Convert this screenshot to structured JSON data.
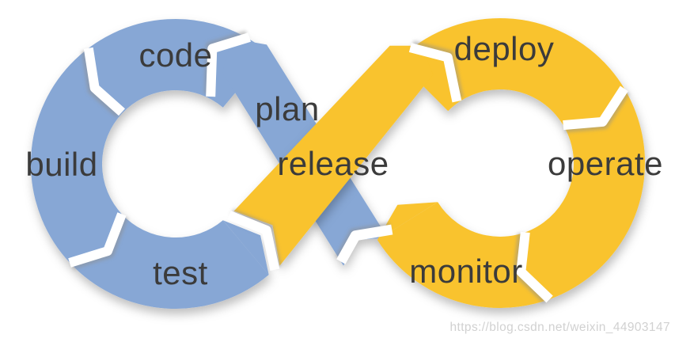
{
  "diagram": {
    "labels": {
      "plan": "plan",
      "code": "code",
      "build": "build",
      "test": "test",
      "release": "release",
      "deploy": "deploy",
      "operate": "operate",
      "monitor": "monitor"
    },
    "colors": {
      "dev_loop": "#87a7d5",
      "ops_loop": "#f9c32d",
      "label_text": "#3b3b3b",
      "watermark_text": "#c9c9c9"
    },
    "watermark": "https://blog.csdn.net/weixin_44903147"
  }
}
